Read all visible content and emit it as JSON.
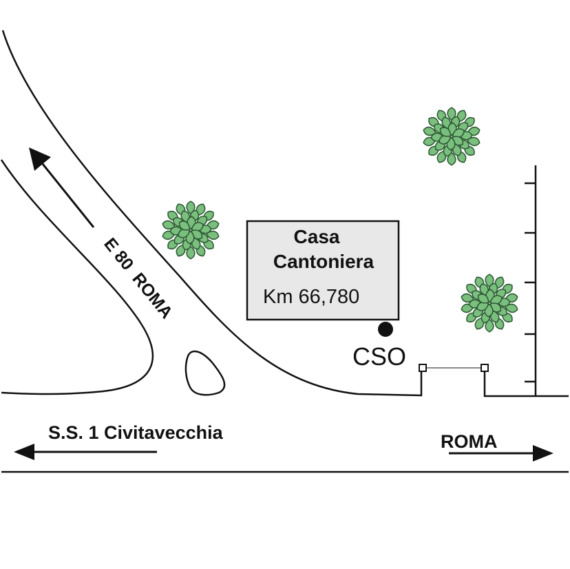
{
  "building": {
    "line1": "Casa",
    "line2": "Cantoniera",
    "km": "Km 66,780"
  },
  "marker": {
    "label": "CSO"
  },
  "roads": {
    "e80": "E 80  ROMA",
    "ss1": "S.S. 1 Civitavecchia",
    "roma": "ROMA"
  },
  "colors": {
    "line": "#111111",
    "building_fill": "#e8e8e8",
    "tree_fill": "#7bbf7e",
    "tree_stroke": "#2d5a34"
  },
  "icons": [
    "tree-icon",
    "marker-dot-icon",
    "arrow-icon"
  ]
}
